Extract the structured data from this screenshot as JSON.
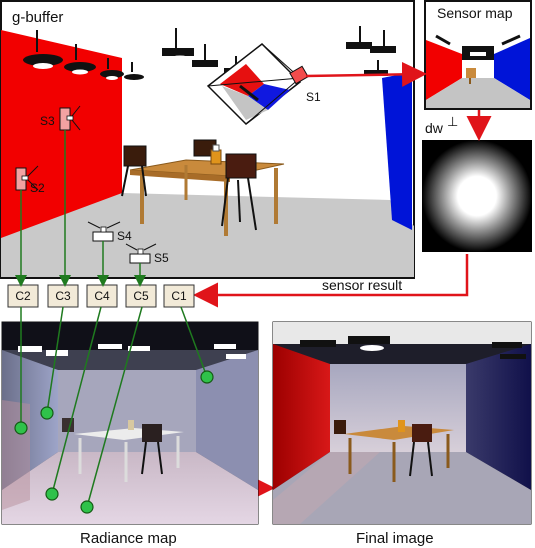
{
  "labels": {
    "gbuffer": "g-buffer",
    "sensor_map": "Sensor map",
    "dw": "dw",
    "dw_sup": "⊥",
    "sensor_result": "sensor result",
    "radiance_map": "Radiance map",
    "final_image": "Final image"
  },
  "sensors": {
    "s1": "S1",
    "s2": "S2",
    "s3": "S3",
    "s4": "S4",
    "s5": "S5"
  },
  "cells": [
    "C2",
    "C3",
    "C4",
    "C5",
    "C1"
  ],
  "colors": {
    "arrow_red": "#e0141a",
    "link_green": "#1f7a1f",
    "dot_green": "#2fc24a",
    "cell_fill": "#f2ead8",
    "sensor_fill": "#f2a2a2",
    "wall_red": "#f20000",
    "wall_blue": "#0014d8",
    "floor_gray": "#c8c8c8",
    "table_wood": "#c98a3c"
  }
}
